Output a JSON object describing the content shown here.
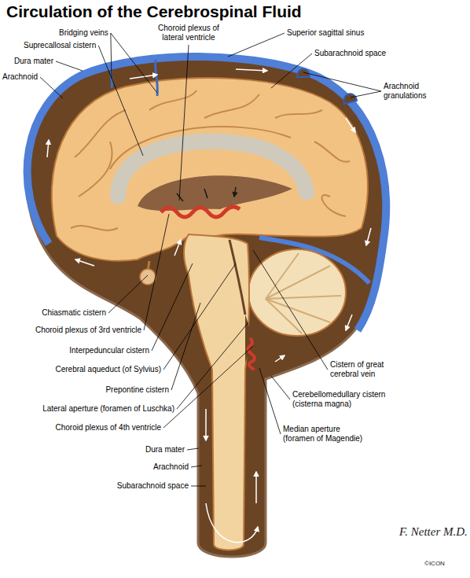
{
  "diagram": {
    "title": "Circulation of the Cerebrospinal Fluid",
    "labels": [
      "Choroid plexus of lateral ventricle",
      "Bridging veins",
      "Superior sagittal sinus",
      "Suprecallosal cistern",
      "Subarachnoid space",
      "Dura mater",
      "Arachnoid",
      "Arachnoid granulations",
      "Chiasmatic cistern",
      "Choroid plexus of 3rd ventricle",
      "Interpeduncular cistern",
      "Cerebral aqueduct (of Sylvius)",
      "Cistern of great cerebral vein",
      "Prepontine cistern",
      "Cerebellomedullary cistern (cisterna magna)",
      "Lateral aperture (foramen of Luschka)",
      "Choroid plexus of 4th ventricle",
      "Median aperture (foramen of Magendie)",
      "Dura mater",
      "Arachnoid",
      "Subarachnoid space",
      "F. Netter M.D.",
      "©ICON"
    ]
  }
}
